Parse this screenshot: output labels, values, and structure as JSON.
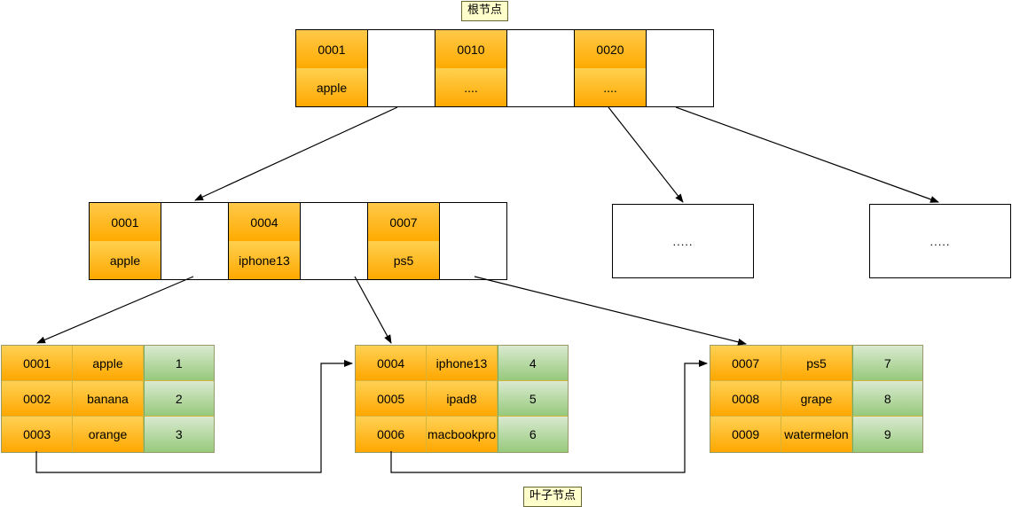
{
  "diagram": {
    "title_root": "根节点",
    "title_leaf": "叶子节点",
    "ellipsis_text": "....."
  },
  "colors": {
    "key_cell_orange_top": "#ffc94a",
    "key_cell_orange_bottom": "#ffa800",
    "value_cell_green_top": "#d9ead0",
    "value_cell_green_bottom": "#97c97b",
    "caption_bg": "#ffffcc",
    "caption_border": "#666633",
    "line": "#000000"
  },
  "root_node": {
    "name": "root-index-node",
    "entries": [
      {
        "key": "0001",
        "value": "apple"
      },
      {
        "key": "0010",
        "value": "...."
      },
      {
        "key": "0020",
        "value": "...."
      }
    ]
  },
  "internal_node": {
    "name": "internal-index-node",
    "entries": [
      {
        "key": "0001",
        "value": "apple"
      },
      {
        "key": "0004",
        "value": "iphone13"
      },
      {
        "key": "0007",
        "value": "ps5"
      }
    ]
  },
  "placeholder_nodes": [
    {
      "name": "placeholder-node-1",
      "text": "....."
    },
    {
      "name": "placeholder-node-2",
      "text": "....."
    }
  ],
  "leaf_nodes": [
    {
      "name": "leaf-node-1",
      "rows": [
        {
          "id": "0001",
          "label": "apple",
          "value": "1"
        },
        {
          "id": "0002",
          "label": "banana",
          "value": "2"
        },
        {
          "id": "0003",
          "label": "orange",
          "value": "3"
        }
      ]
    },
    {
      "name": "leaf-node-2",
      "rows": [
        {
          "id": "0004",
          "label": "iphone13",
          "value": "4"
        },
        {
          "id": "0005",
          "label": "ipad8",
          "value": "5"
        },
        {
          "id": "0006",
          "label": "macbookpro",
          "value": "6"
        }
      ]
    },
    {
      "name": "leaf-node-3",
      "rows": [
        {
          "id": "0007",
          "label": "ps5",
          "value": "7"
        },
        {
          "id": "0008",
          "label": "grape",
          "value": "8"
        },
        {
          "id": "0009",
          "label": "watermelon",
          "value": "9"
        }
      ]
    }
  ]
}
